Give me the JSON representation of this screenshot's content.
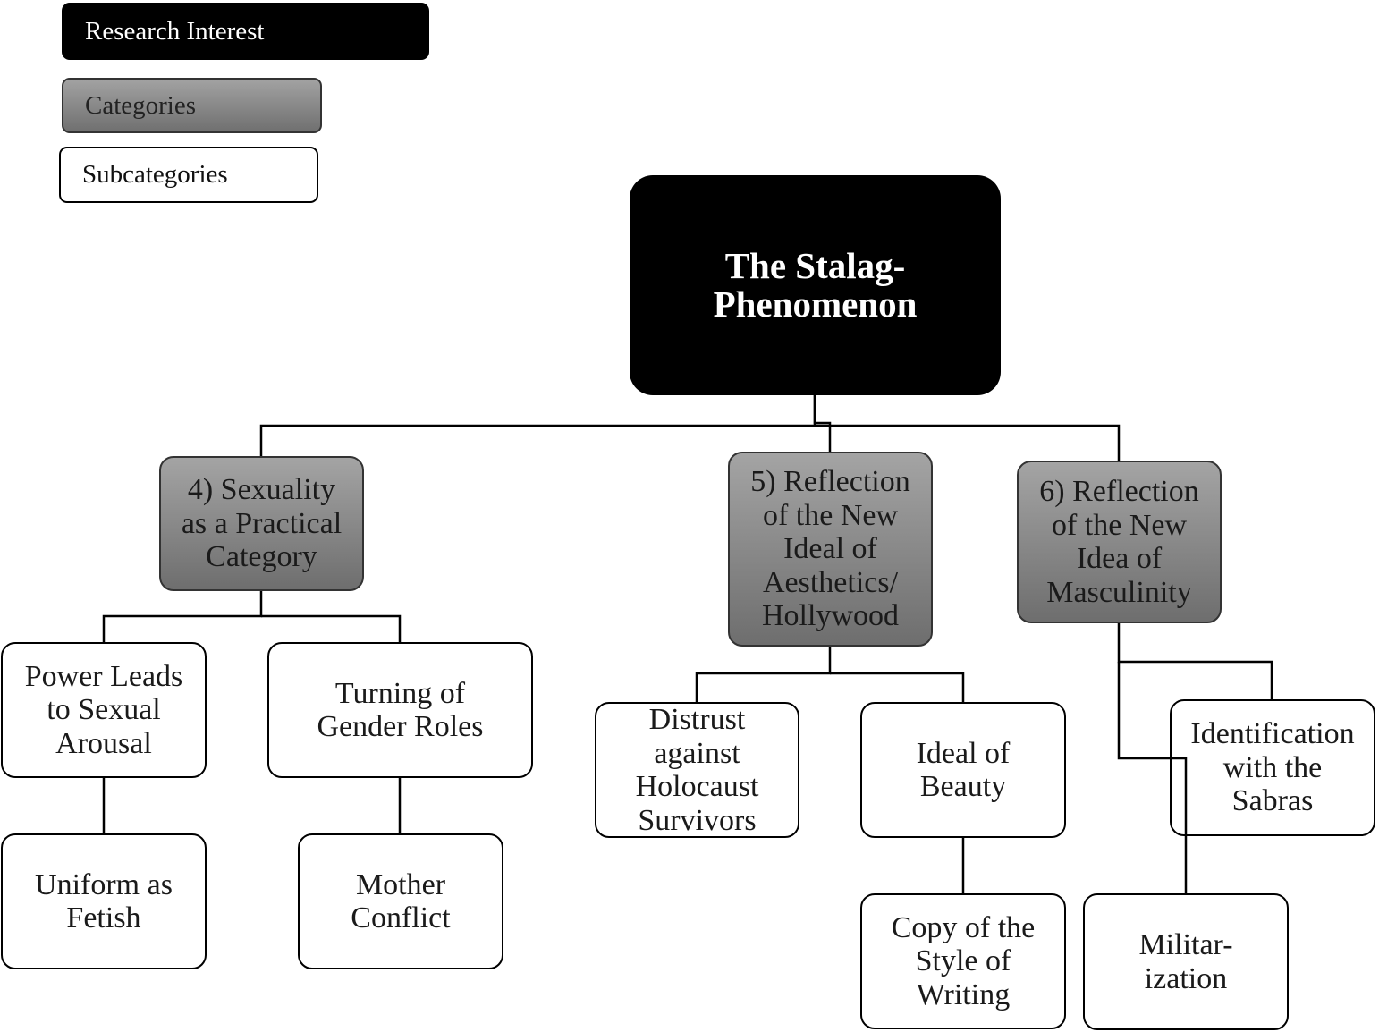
{
  "legend": {
    "research_interest": "Research Interest",
    "categories": "Categories",
    "subcategories": "Subcategories"
  },
  "root": {
    "label": "The Stalag-\nPhenomenon"
  },
  "categories": [
    {
      "label": "4) Sexuality\nas a Practical\nCategory"
    },
    {
      "label": "5) Reflection\nof the New\nIdeal of\nAesthetics/\nHollywood"
    },
    {
      "label": "6) Reflection\nof the New\nIdea of\nMasculinity"
    }
  ],
  "subcategories": {
    "power_leads": "Power Leads\nto Sexual\nArousal",
    "turning_gender": "Turning of\nGender Roles",
    "uniform_fetish": "Uniform as\nFetish",
    "mother_conflict": "Mother\nConflict",
    "distrust": "Distrust\nagainst\nHolocaust\nSurvivors",
    "ideal_beauty": "Ideal of\nBeauty",
    "copy_style": "Copy of the\nStyle of\nWriting",
    "identification": "Identification\nwith the\nSabras",
    "militarization": "Militar-\nization"
  },
  "colors": {
    "research_interest_fill": "#000000",
    "category_fill": "#8a8a8a",
    "subcategory_fill": "#ffffff"
  }
}
